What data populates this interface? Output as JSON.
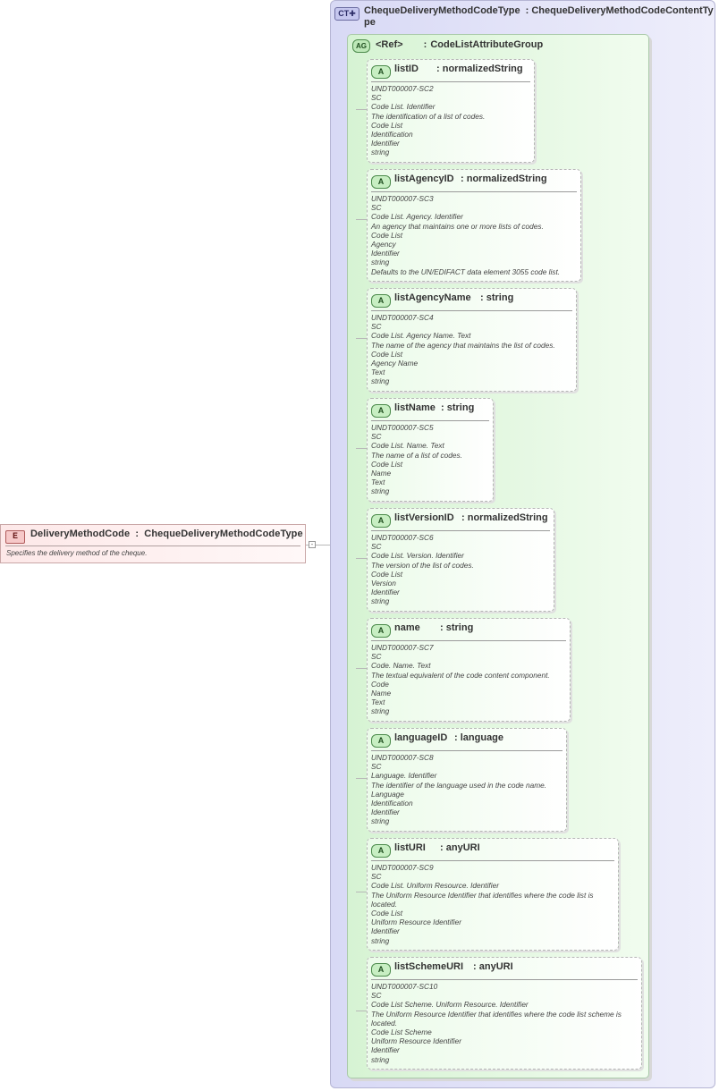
{
  "element": {
    "badge": "E",
    "name": "DeliveryMethodCode",
    "type": "ChequeDeliveryMethodCodeType",
    "documentation": "Specifies the delivery method of the cheque."
  },
  "complex_type": {
    "badge": "CT",
    "name": "ChequeDeliveryMethodCodeType",
    "base": "ChequeDeliveryMethodCodeContentType"
  },
  "attribute_group": {
    "badge": "AG",
    "name": "<Ref>",
    "ref": "CodeListAttributeGroup"
  },
  "attributes": [
    {
      "badge": "A",
      "name": "listID",
      "type": "normalizedString",
      "doc": [
        "UNDT000007-SC2",
        "SC",
        "Code List. Identifier",
        "The identification of a list of codes.",
        "Code List",
        "Identification",
        "Identifier",
        "string"
      ]
    },
    {
      "badge": "A",
      "name": "listAgencyID",
      "type": "normalizedString",
      "doc": [
        "UNDT000007-SC3",
        "SC",
        "Code List. Agency. Identifier",
        "An agency that maintains one or more lists of codes.",
        "Code List",
        "Agency",
        "Identifier",
        "string",
        "Defaults to the UN/EDIFACT data element 3055 code list."
      ]
    },
    {
      "badge": "A",
      "name": "listAgencyName",
      "type": "string",
      "doc": [
        "UNDT000007-SC4",
        "SC",
        "Code List. Agency Name. Text",
        "The name of the agency that maintains the list of codes.",
        "Code List",
        "Agency Name",
        "Text",
        "string"
      ]
    },
    {
      "badge": "A",
      "name": "listName",
      "type": "string",
      "doc": [
        "UNDT000007-SC5",
        "SC",
        "Code List. Name. Text",
        "The name of a list of codes.",
        "Code List",
        "Name",
        "Text",
        "string"
      ]
    },
    {
      "badge": "A",
      "name": "listVersionID",
      "type": "normalizedString",
      "doc": [
        "UNDT000007-SC6",
        "SC",
        "Code List. Version. Identifier",
        "The version of the list of codes.",
        "Code List",
        "Version",
        "Identifier",
        "string"
      ]
    },
    {
      "badge": "A",
      "name": "name",
      "type": "string",
      "doc": [
        "UNDT000007-SC7",
        "SC",
        "Code. Name. Text",
        "The textual equivalent of the code content component.",
        "Code",
        "Name",
        "Text",
        "string"
      ]
    },
    {
      "badge": "A",
      "name": "languageID",
      "type": "language",
      "doc": [
        "UNDT000007-SC8",
        "SC",
        "Language. Identifier",
        "The identifier of the language used in the code name.",
        "Language",
        "Identification",
        "Identifier",
        "string"
      ]
    },
    {
      "badge": "A",
      "name": "listURI",
      "type": "anyURI",
      "doc": [
        "UNDT000007-SC9",
        "SC",
        "Code List. Uniform Resource. Identifier",
        "The Uniform Resource Identifier that identifies where the code list is located.",
        "Code List",
        "Uniform Resource Identifier",
        "Identifier",
        "string"
      ]
    },
    {
      "badge": "A",
      "name": "listSchemeURI",
      "type": "anyURI",
      "doc": [
        "UNDT000007-SC10",
        "SC",
        "Code List Scheme. Uniform Resource. Identifier",
        "The Uniform Resource Identifier that identifies where the code list scheme is located.",
        "Code List Scheme",
        "Uniform Resource Identifier",
        "Identifier",
        "string"
      ]
    }
  ],
  "separator": ":"
}
